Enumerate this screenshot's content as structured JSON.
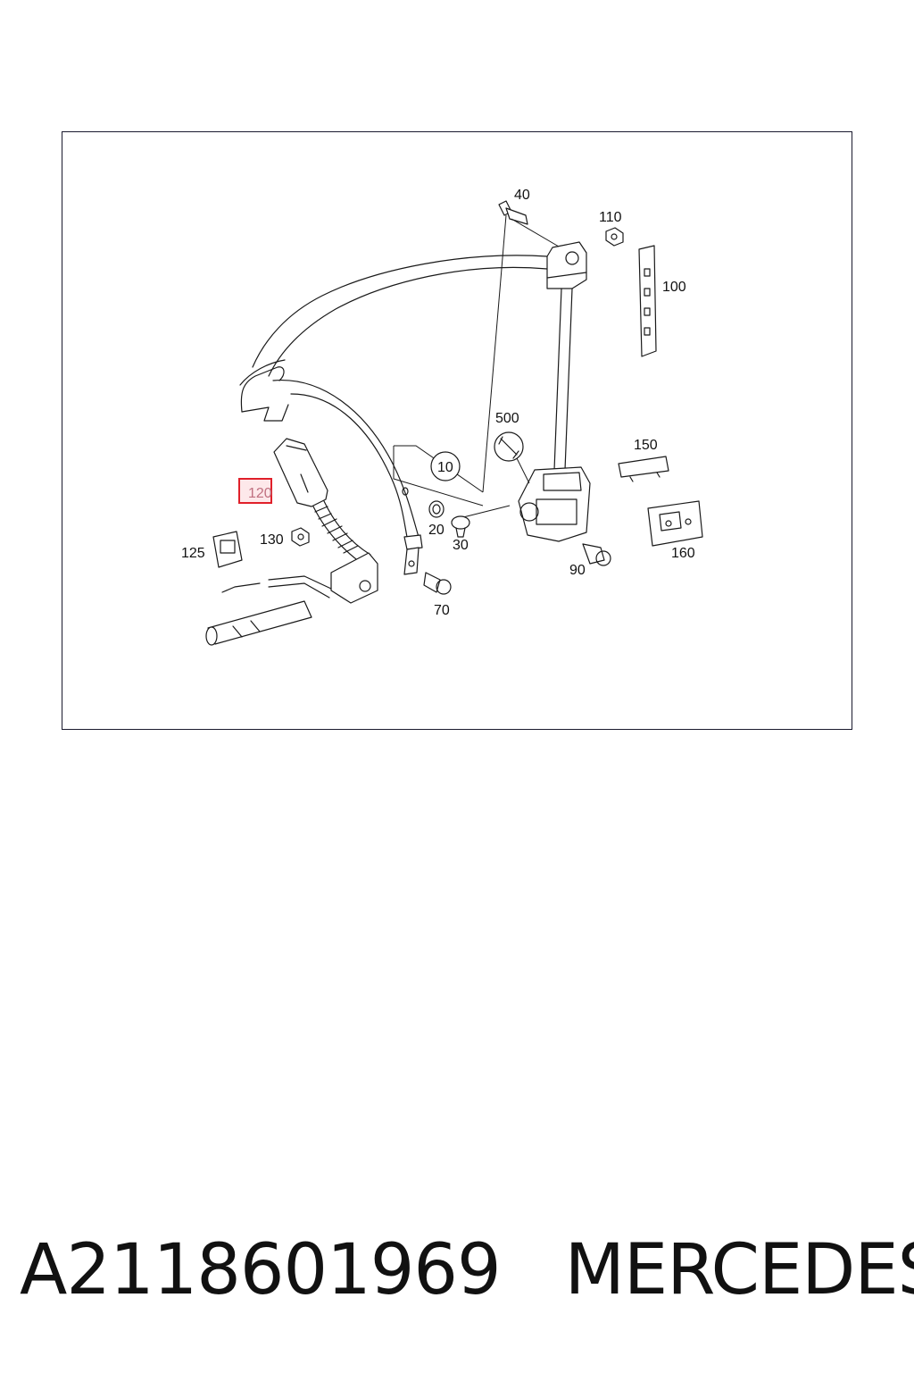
{
  "diagram": {
    "callouts": [
      {
        "id": "40",
        "label": "40"
      },
      {
        "id": "110",
        "label": "110"
      },
      {
        "id": "100",
        "label": "100"
      },
      {
        "id": "500",
        "label": "500"
      },
      {
        "id": "150",
        "label": "150"
      },
      {
        "id": "10",
        "label": "10"
      },
      {
        "id": "120",
        "label": "120",
        "highlighted": true
      },
      {
        "id": "20",
        "label": "20"
      },
      {
        "id": "30",
        "label": "30"
      },
      {
        "id": "130",
        "label": "130"
      },
      {
        "id": "125",
        "label": "125"
      },
      {
        "id": "90",
        "label": "90"
      },
      {
        "id": "160",
        "label": "160"
      },
      {
        "id": "70",
        "label": "70"
      }
    ],
    "highlight_color": "#e0202a"
  },
  "footer": {
    "part_number": "A2118601969",
    "brand": "MERCEDES"
  }
}
